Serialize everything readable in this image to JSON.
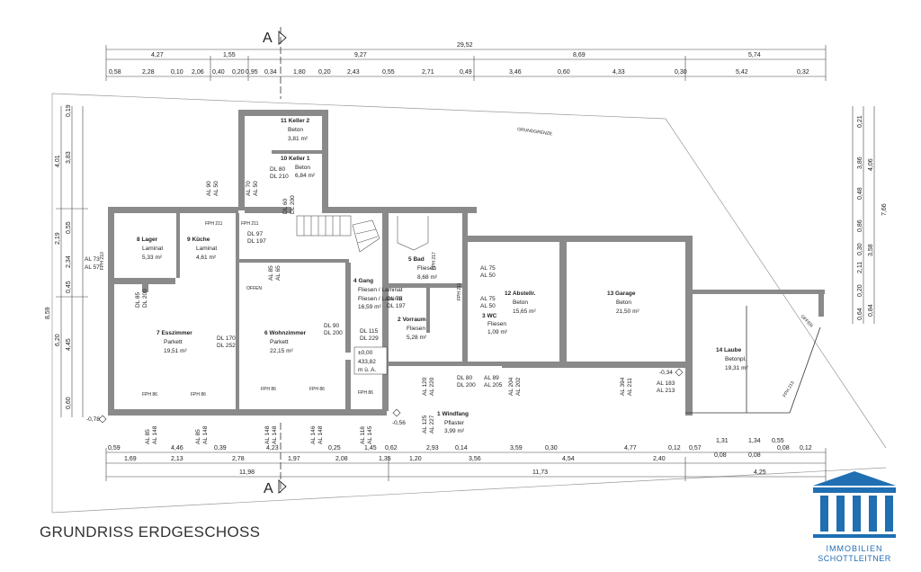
{
  "title": "GRUNDRISS ERDGESCHOSS",
  "section_marker": "A",
  "boundary_label": "GRUNDGRENZE",
  "top_total": "29,52",
  "top_row2": [
    "4,27",
    "1,55",
    "9,27",
    "8,69",
    "5,74"
  ],
  "top_row3": [
    "0,58",
    "2,28",
    "0,10",
    "2,06",
    "0,40",
    "0,20",
    "0,95",
    "0,34",
    "1,80",
    "0,20",
    "2,43",
    "0,55",
    "2,71",
    "0,49",
    "3,46",
    "0,60",
    "4,33",
    "0,30",
    "5,42",
    "0,32"
  ],
  "bottom_row1": [
    "0,59",
    "4,46",
    "0,39",
    "4,23",
    "0,25",
    "1,45",
    "0,62",
    "2,93",
    "0,14",
    "3,59",
    "0,30",
    "4,77",
    "0,12",
    "0,57",
    "1,31",
    "1,34",
    "0,55"
  ],
  "bottom_row2": [
    "1,69",
    "2,13",
    "2,78",
    "1,97",
    "2,08",
    "1,35",
    "1,20",
    "3,56",
    "4,54",
    "2,40",
    "0,08",
    "0,08",
    "0,08",
    "0,12"
  ],
  "bottom_row3": [
    "11,98",
    "11,73",
    "4,25"
  ],
  "left_dims": [
    "0,19",
    "3,83",
    "4,01",
    "2,19",
    "0,55",
    "2,34",
    "0,45",
    "6,20",
    "4,45",
    "0,60",
    "8,59"
  ],
  "right_dims": [
    "0,21",
    "3,86",
    "4,06",
    "0,48",
    "0,86",
    "3,58",
    "0,30",
    "2,11",
    "0,20",
    "0,84",
    "0,64",
    "7,66"
  ],
  "rooms": [
    {
      "num": "11",
      "name": "Keller 2",
      "floor": "Beton",
      "area": "3,81 m²"
    },
    {
      "num": "10",
      "name": "Keller 1",
      "floor": "Beton",
      "area": "6,84 m²"
    },
    {
      "num": "8",
      "name": "Lager",
      "floor": "Laminat",
      "area": "5,33 m²"
    },
    {
      "num": "9",
      "name": "Küche",
      "floor": "Laminat",
      "area": "4,61 m²"
    },
    {
      "num": "4",
      "name": "Gang",
      "floor": "Fliesen / Laminat",
      "area": "16,59 m²"
    },
    {
      "num": "5",
      "name": "Bad",
      "floor": "Fliesen",
      "area": "8,68 m²"
    },
    {
      "num": "12",
      "name": "Abstellr.",
      "floor": "Beton",
      "area": "15,65 m²"
    },
    {
      "num": "13",
      "name": "Garage",
      "floor": "Beton",
      "area": "21,50 m²"
    },
    {
      "num": "7",
      "name": "Esszimmer",
      "floor": "Parkett",
      "area": "19,51 m²"
    },
    {
      "num": "6",
      "name": "Wohnzimmer",
      "floor": "Parkett",
      "area": "22,15 m²"
    },
    {
      "num": "2",
      "name": "Vorraum",
      "floor": "Fliesen",
      "area": "5,28 m²"
    },
    {
      "num": "3",
      "name": "WC",
      "floor": "Fliesen",
      "area": "1,09 m²"
    },
    {
      "num": "14",
      "name": "Laube",
      "floor": "Betonpl.",
      "area": "19,31 m²"
    },
    {
      "num": "1",
      "name": "Windfang",
      "floor": "Pflaster",
      "area": "3,99 m²"
    }
  ],
  "openings": [
    "AL 73",
    "AL 57",
    "DL 97",
    "DL 197",
    "DL 80",
    "DL 210",
    "DL 170",
    "DL 252",
    "DL 90",
    "DL 200",
    "DL 75",
    "DL 197",
    "DL 115",
    "DL 229",
    "AL 75",
    "AL 50",
    "AL 75",
    "AL 50",
    "AL 394",
    "AL 211",
    "AL 183",
    "AL 213",
    "DL 80",
    "DL 200",
    "AL 89",
    "AL 205",
    "AL 204",
    "AL 202",
    "AL 120",
    "AL 220",
    "AL 85",
    "AL 148",
    "AL 85",
    "AL 148",
    "AL 148",
    "AL 148",
    "AL 146",
    "AL 148",
    "AL 118",
    "AL 145",
    "AL 125",
    "AL 227",
    "DL 85",
    "DL 200",
    "AL 90",
    "AL 50",
    "AL 70",
    "AL 50",
    "AL 85",
    "AL 65",
    "DL 60",
    "DL 200"
  ],
  "fph": [
    "FPH 211",
    "FPH 211",
    "FPH 210",
    "FPH 217",
    "FPH 211",
    "FPH 86",
    "FPH 86",
    "FPH 86",
    "FPH 86",
    "FPH 86",
    "FPH 213"
  ],
  "levels": [
    "-0,78",
    "-0,56",
    "-0,34",
    "±0,00",
    "433,82",
    "m ü. A."
  ],
  "open_labels": [
    "OFFEN",
    "OFFEN"
  ],
  "logo": {
    "line1": "IMMOBILIEN",
    "line2": "SCHOTTLEITNER",
    "color": "#1f6fb2"
  }
}
